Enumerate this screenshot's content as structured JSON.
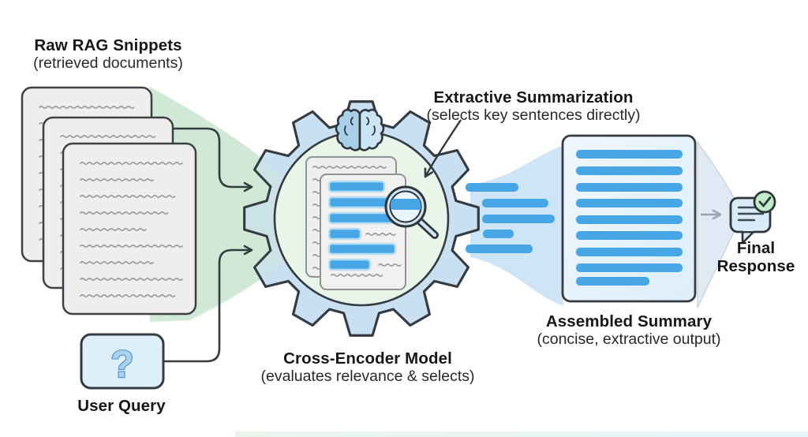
{
  "labels": {
    "raw_rag": {
      "title": "Raw RAG Snippets",
      "subtitle": "(retrieved documents)"
    },
    "user_query": {
      "label": "User Query",
      "symbol": "?"
    },
    "cross_encoder": {
      "title": "Cross-Encoder Model",
      "subtitle": "(evaluates relevance & selects)"
    },
    "extractive_summarization": {
      "title": "Extractive Summarization",
      "subtitle": "(selects key sentences directly)"
    },
    "assembled_summary": {
      "title": "Assembled Summary",
      "subtitle": "(concise, extractive output)"
    },
    "final_response": {
      "label": "Final Response"
    }
  },
  "icons": {
    "gear": "gear-icon",
    "brain": "brain-icon",
    "magnifier": "magnifier-icon",
    "question_mark": "question-mark-icon",
    "chat_bubble": "chat-bubble-icon",
    "check_circle": "check-circle-icon",
    "document": "document-icon"
  },
  "colors": {
    "outline_dark": "#343b41",
    "doc_fill": "#efeeec",
    "doc_inner_border": "#8d9296",
    "squiggle_gray": "#9aa0a5",
    "flow_green": "#cfe9d4",
    "gear_blue": "#c9e0f2",
    "inner_circle_green": "#e9f5e9",
    "bar_blue": "#47a7e6",
    "bar_halo": "#b5dcf4",
    "flow_blue": "#cde5f7",
    "summary_doc_fill": "#e9f3fc",
    "converge_fill": "#dfeaf5",
    "arrow_gray": "#9ca6ae",
    "bubble_fill": "#d9eaf8",
    "check_green": "#c0ecc9",
    "brain_left": "#a9cfe9",
    "brain_right": "#cde4f5",
    "question_blue": "#4a8dc8"
  }
}
